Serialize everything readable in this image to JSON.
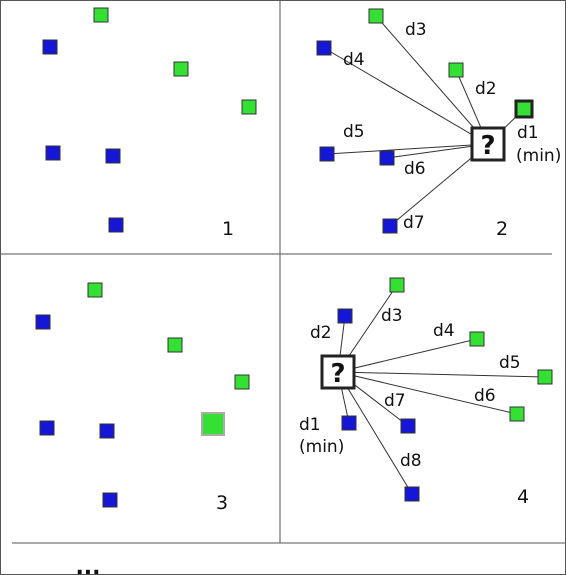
{
  "colors": {
    "class_a": "#1616d6",
    "class_b": "#33e033",
    "line": "#333333",
    "divider": "#555555"
  },
  "panels": [
    {
      "number": "1"
    },
    {
      "number": "2",
      "query": "?",
      "distances": [
        "d1",
        "d2",
        "d3",
        "d4",
        "d5",
        "d6",
        "d7"
      ],
      "min_note": "(min)"
    },
    {
      "number": "3"
    },
    {
      "number": "4",
      "query": "?",
      "distances": [
        "d1",
        "d2",
        "d3",
        "d4",
        "d5",
        "d6",
        "d7",
        "d8"
      ],
      "min_note": "(min)"
    }
  ],
  "ellipsis": "..."
}
